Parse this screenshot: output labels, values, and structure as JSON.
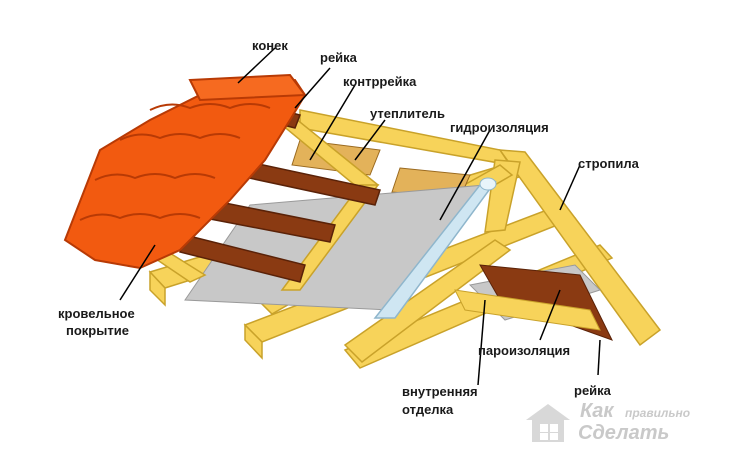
{
  "labels": {
    "konek": "конек",
    "reyka_top": "рейка",
    "kontrreyka": "контррейка",
    "uteplitel": "утеплитель",
    "gidroizolyaciya": "гидроизоляция",
    "stropila": "стропила",
    "krovelnoe_1": "кровельное",
    "krovelnoe_2": "покрытие",
    "paroizolyaciya": "пароизоляция",
    "vnutrennyaya_1": "внутренняя",
    "vnutrennyaya_2": "отделка",
    "reyka_bottom": "рейка"
  },
  "watermark": {
    "line1": "Как",
    "line2": "правильно",
    "line3": "Сделать"
  },
  "icons": [
    "house-logo-icon"
  ],
  "colors": {
    "wood": "#f7d35a",
    "wood_edge": "#c9a22a",
    "tile": "#f25a10",
    "batten": "#8a3a12",
    "membrane": "#c8c8c8",
    "insulation": "#e3b25a",
    "pipe": "#cfe6f2"
  }
}
